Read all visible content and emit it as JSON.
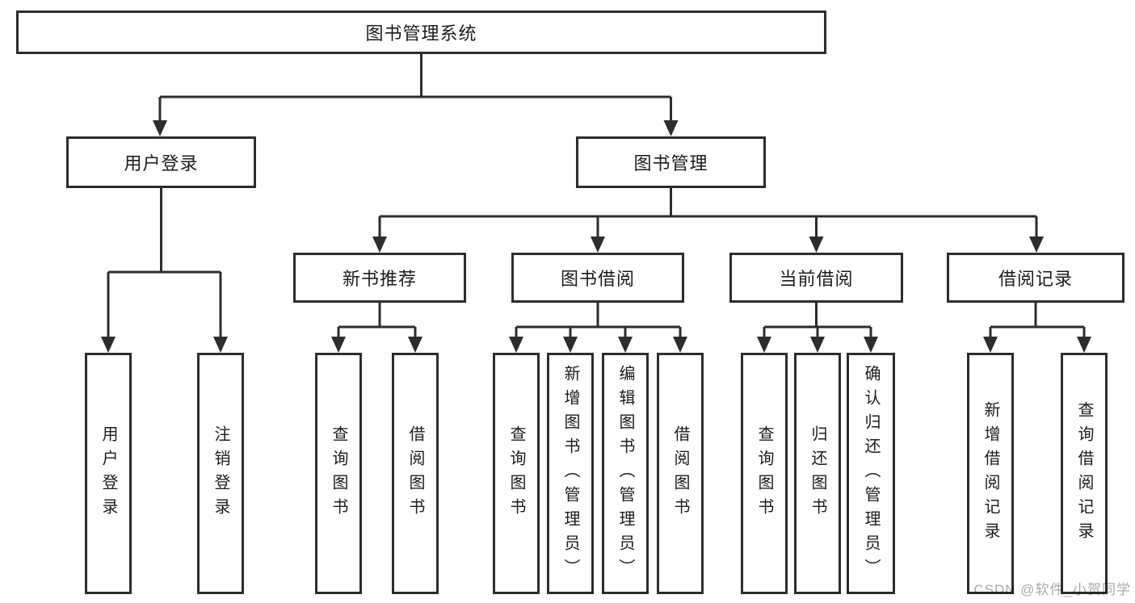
{
  "colors": {
    "line": "#2d2d2d",
    "box_background": "#ffffff",
    "text": "#1c1c1c",
    "watermark": "#aaaaaa",
    "page_background": "#ffffff"
  },
  "tree": {
    "root": {
      "label": "图书管理系统"
    },
    "level2": [
      {
        "label": "用户登录",
        "parent": "图书管理系统"
      },
      {
        "label": "图书管理",
        "parent": "图书管理系统"
      }
    ],
    "level3": [
      {
        "label": "新书推荐",
        "parent": "图书管理"
      },
      {
        "label": "图书借阅",
        "parent": "图书管理"
      },
      {
        "label": "当前借阅",
        "parent": "图书管理"
      },
      {
        "label": "借阅记录",
        "parent": "图书管理"
      }
    ],
    "leaves": [
      {
        "label": "用户登录",
        "parent": "用户登录"
      },
      {
        "label": "注销登录",
        "parent": "用户登录"
      },
      {
        "label": "查询图书",
        "parent": "新书推荐"
      },
      {
        "label": "借阅图书",
        "parent": "新书推荐"
      },
      {
        "label": "查询图书",
        "parent": "图书借阅"
      },
      {
        "label": "新增图书（管理员）",
        "parent": "图书借阅"
      },
      {
        "label": "编辑图书（管理员）",
        "parent": "图书借阅"
      },
      {
        "label": "借阅图书",
        "parent": "图书借阅"
      },
      {
        "label": "查询图书",
        "parent": "当前借阅"
      },
      {
        "label": "归还图书",
        "parent": "当前借阅"
      },
      {
        "label": "确认归还（管理员）",
        "parent": "当前借阅"
      },
      {
        "label": "新增借阅记录",
        "parent": "借阅记录"
      },
      {
        "label": "查询借阅记录",
        "parent": "借阅记录"
      }
    ]
  },
  "watermark": {
    "text": "CSDN @软件_小贺同学"
  }
}
